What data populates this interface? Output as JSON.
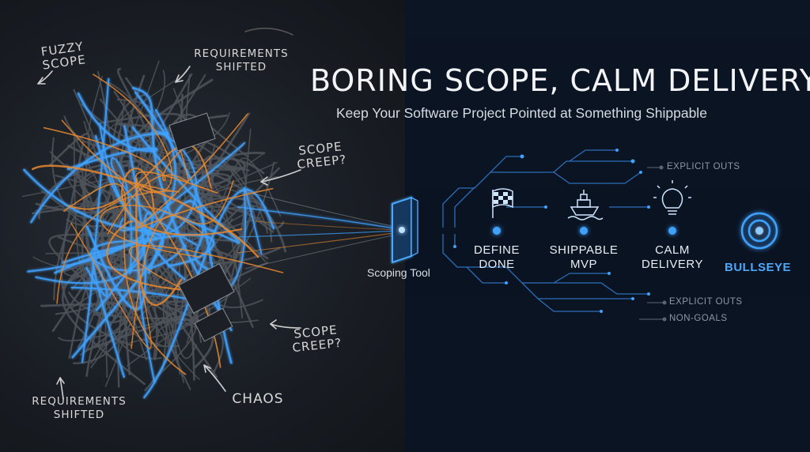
{
  "title": "BORING SCOPE, CALM DELIVERY",
  "subtitle": "Keep Your Software Project Pointed at Something Shippable",
  "chaos_labels": {
    "fuzzy_scope": "FUZZY\nSCOPE",
    "requirements_top": "REQUIREMENTS\nSHIFTED",
    "scope_creep_top": "SCOPE\nCREEP?",
    "scope_creep_bottom": "SCOPE\nCREEP?",
    "requirements_bottom": "REQUIREMENTS\nSHIFTED",
    "chaos": "CHAOS"
  },
  "tool": {
    "label": "Scoping Tool"
  },
  "steps": [
    {
      "label": "DEFINE\nDONE",
      "icon": "checkered-flag-icon"
    },
    {
      "label": "SHIPPABLE\nMVP",
      "icon": "ship-icon"
    },
    {
      "label": "CALM\nDELIVERY",
      "icon": "lightbulb-icon"
    }
  ],
  "target": {
    "label": "BULLSEYE",
    "icon": "bullseye-icon"
  },
  "tags": {
    "explicit_outs_top": "EXPLICIT OUTS",
    "explicit_outs_bottom": "EXPLICIT OUTS",
    "non_goals": "NON-GOALS"
  },
  "colors": {
    "accent_blue": "#3fa2ff",
    "accent_orange": "#e8882e",
    "wire_gray": "#5a5f66",
    "background_right": "#0b1422"
  }
}
